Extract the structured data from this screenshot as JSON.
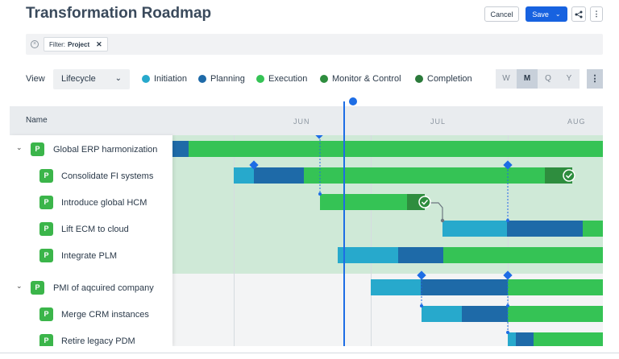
{
  "header": {
    "title": "Transformation Roadmap",
    "cancel_label": "Cancel",
    "save_label": "Save",
    "save_chevron": "⌄",
    "more_label": "⋮"
  },
  "filter": {
    "prefix": "Filter:",
    "value": "Project",
    "clear_icon": "×",
    "remove_icon": "✕"
  },
  "toolbar": {
    "view_label": "View",
    "view_value": "Lifecycle",
    "view_chevron": "⌄",
    "legend": [
      {
        "label": "Initiation",
        "color": "#27a9cc"
      },
      {
        "label": "Planning",
        "color": "#1e6aa8"
      },
      {
        "label": "Execution",
        "color": "#35c355"
      },
      {
        "label": "Monitor & Control",
        "color": "#2e8d3e"
      },
      {
        "label": "Completion",
        "color": "#2b7a3a"
      }
    ],
    "zoom": [
      {
        "label": "W",
        "active": false
      },
      {
        "label": "M",
        "active": true
      },
      {
        "label": "Q",
        "active": false
      },
      {
        "label": "Y",
        "active": false
      }
    ],
    "more_label": "⋮"
  },
  "grid": {
    "name_header": "Name",
    "months": [
      "JUN",
      "JUL",
      "AUG"
    ],
    "rows": [
      {
        "name": "Global ERP harmonization",
        "badge": "P",
        "caret": "⌄",
        "group": true
      },
      {
        "name": "Consolidate FI systems",
        "badge": "P",
        "group": false
      },
      {
        "name": "Introduce global HCM",
        "badge": "P",
        "group": false
      },
      {
        "name": "Lift ECM to cloud",
        "badge": "P",
        "group": false
      },
      {
        "name": "Integrate PLM",
        "badge": "P",
        "group": false
      },
      {
        "name": "PMI of aqcuired company",
        "badge": "P",
        "caret": "⌄",
        "group": true
      },
      {
        "name": "Merge CRM instances",
        "badge": "P",
        "group": false
      },
      {
        "name": "Retire legacy PDM",
        "badge": "P",
        "group": false
      }
    ]
  },
  "colors": {
    "accent": "#1762e0",
    "today_line": "#1d6de5",
    "milestone": "#1d6de5"
  }
}
